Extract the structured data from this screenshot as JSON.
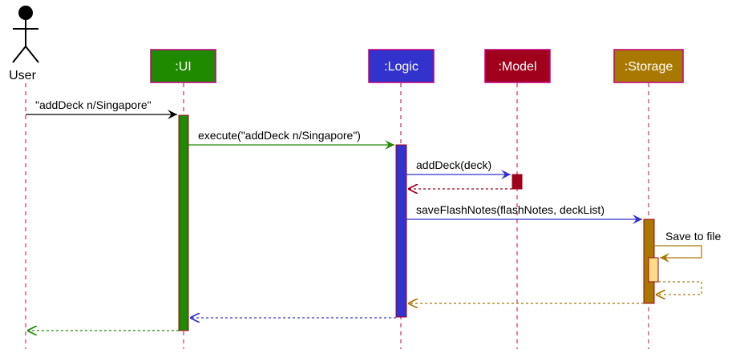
{
  "actor": {
    "label": "User"
  },
  "participants": {
    "ui": {
      "label": ":UI",
      "fill": "#1f8a00",
      "border": "#c0007f",
      "text": "#ffffff"
    },
    "logic": {
      "label": ":Logic",
      "fill": "#3232cc",
      "border": "#c0007f",
      "text": "#ffffff"
    },
    "model": {
      "label": ":Model",
      "fill": "#a0001c",
      "border": "#c0007f",
      "text": "#ffffff"
    },
    "storage": {
      "label": ":Storage",
      "fill": "#a87800",
      "border": "#c0007f",
      "text": "#ffffff"
    }
  },
  "messages": {
    "user_to_ui": "\"addDeck n/Singapore\"",
    "ui_to_logic": "execute(\"addDeck n/Singapore\")",
    "logic_to_model": "addDeck(deck)",
    "logic_to_storage": "saveFlashNotes(flashNotes, deckList)",
    "storage_self": "Save to file"
  },
  "colors": {
    "lifeline": "#c0003c",
    "activation_border": "#a0001c",
    "ui_msg": "#1f8a00",
    "logic_msg": "#3232cc",
    "model_return": "#a0001c",
    "storage_msg": "#a87800",
    "storage_inner_activation": "#ffdd88"
  }
}
